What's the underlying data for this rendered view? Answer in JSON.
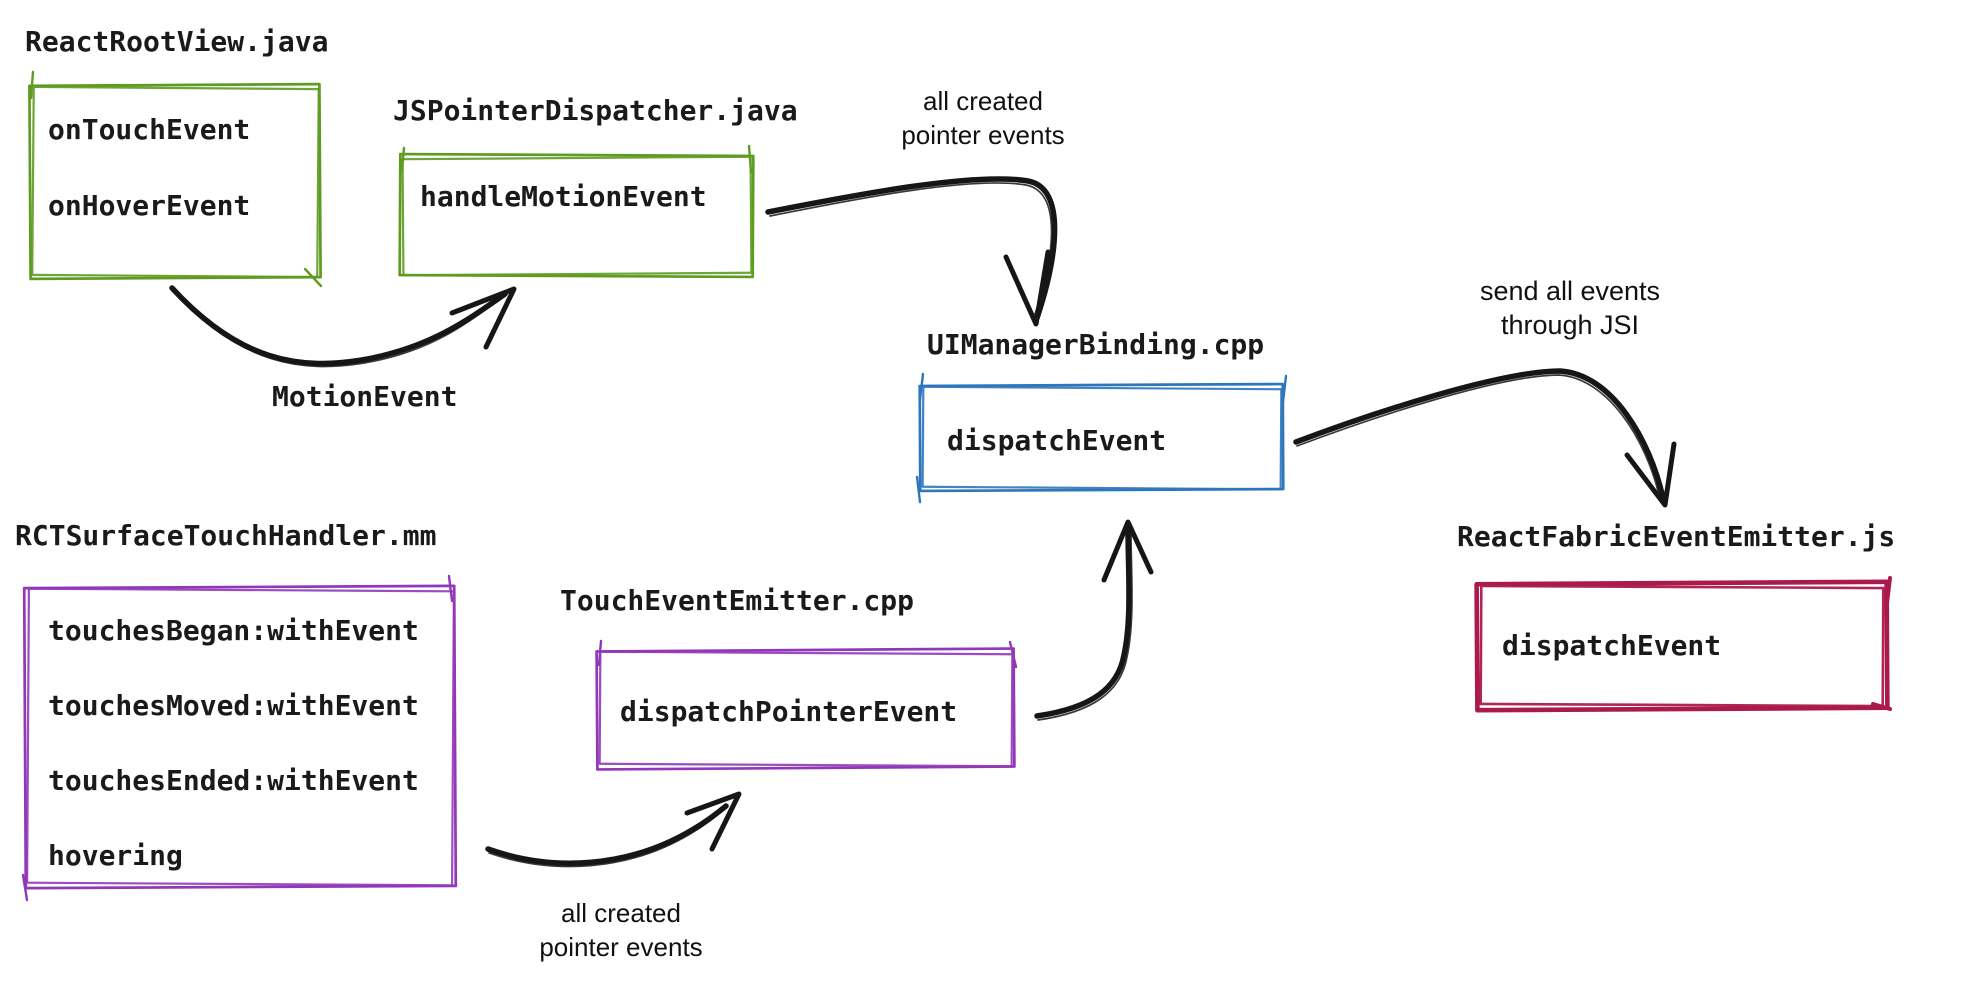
{
  "ink": "#161616",
  "background": "#ffffff",
  "groups": {
    "react_root_view": {
      "title": "ReactRootView.java",
      "color": "#5e9b21",
      "items": [
        "onTouchEvent",
        "onHoverEvent"
      ]
    },
    "js_pointer_dispatcher": {
      "title": "JSPointerDispatcher.java",
      "color": "#5e9b21",
      "items": [
        "handleMotionEvent"
      ]
    },
    "ui_manager_binding": {
      "title": "UIManagerBinding.cpp",
      "color": "#2e76bc",
      "items": [
        "dispatchEvent"
      ]
    },
    "rct_surface_touch_handler": {
      "title": "RCTSurfaceTouchHandler.mm",
      "color": "#9138b8",
      "items": [
        "touchesBegan:withEvent",
        "touchesMoved:withEvent",
        "touchesEnded:withEvent",
        "hovering"
      ]
    },
    "touch_event_emitter": {
      "title": "TouchEventEmitter.cpp",
      "color": "#9138b8",
      "items": [
        "dispatchPointerEvent"
      ]
    },
    "react_fabric_event_emitter": {
      "title": "ReactFabricEventEmitter.js",
      "color": "#ab1a4e",
      "items": [
        "dispatchEvent"
      ]
    }
  },
  "edge_labels": {
    "motion_event": "MotionEvent",
    "all_created_top": [
      "all created",
      "pointer events"
    ],
    "send_through_jsi": [
      "send all events",
      "through JSI"
    ],
    "all_created_bottom": [
      "all created",
      "pointer events"
    ]
  }
}
